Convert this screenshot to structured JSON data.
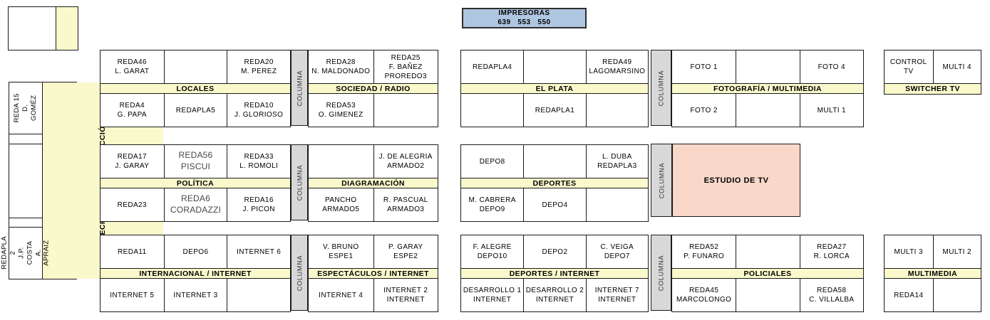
{
  "colors": {
    "header_bg": "#FAF9CC",
    "columna_bg": "#D8D8D8",
    "printers_bg": "#AFC6E0",
    "studio_bg": "#F9D7C9"
  },
  "printers": {
    "title": "IMPRESORAS",
    "numbers": "639   553   550"
  },
  "left_panel": {
    "strip": "SECRETARIOS DE REDACCIÓN",
    "desk_top": "REDA 15\nD. GOMÉZ",
    "desk_bottom": "REDAPLA 2\nJ.P. COSTA\nA. APRAIZ"
  },
  "columna": "COLUMNA",
  "studio": "ESTUDIO DE TV",
  "sections": {
    "locales": {
      "header": "LOCALES",
      "row1": [
        "REDA46\nL. GARAT",
        "",
        "REDA20\nM. PEREZ"
      ],
      "row2": [
        "REDA4\nG. PAPA",
        "REDAPLA5",
        "REDA10\nJ. GLORIOSO"
      ]
    },
    "sociedad": {
      "header": "SOCIEDAD / RADIO",
      "row1": [
        "REDA28\nN. MALDONADO",
        "REDA25\nF. BAÑEZ\nPROREDO3"
      ],
      "row2": [
        "REDA53\nO. GIMENEZ",
        ""
      ]
    },
    "elplata": {
      "header": "EL PLATA",
      "row1": [
        "REDAPLA4",
        "",
        "REDA49\nLAGOMARSINO"
      ],
      "row2": [
        "",
        "REDAPLA1",
        ""
      ]
    },
    "fotografia": {
      "header": "FOTOGRAFÍA / MULTIMEDIA",
      "row1": [
        "FOTO 1",
        "",
        "FOTO 4"
      ],
      "row2": [
        "FOTO 2",
        "",
        "MULTI 1"
      ]
    },
    "switcher": {
      "header": "SWITCHER TV",
      "row1": [
        "CONTROL TV",
        "MULTI 4"
      ]
    },
    "politica": {
      "header": "POLÍTICA",
      "row1": [
        "REDA17\nJ. GARAY",
        "REDA56\nPISCUI",
        "REDA33\nL. ROMOLI"
      ],
      "row2": [
        "REDA23",
        "REDA6\nCORADAZZI",
        "REDA16\nJ. PICON"
      ]
    },
    "diagramacion": {
      "header": "DIAGRAMACIÓN",
      "row1": [
        "",
        "J. DE ALEGRIA\nARMADO2"
      ],
      "row2": [
        "PANCHO\nARMADO5",
        "R. PASCUAL\nARMADO3"
      ]
    },
    "deportes": {
      "header": "DEPORTES",
      "row1": [
        "DEPO8",
        "",
        "L. DUBA\nREDAPLA3"
      ],
      "row2": [
        "M. CABRERA\nDEPO9",
        "DEPO4",
        ""
      ]
    },
    "internacional": {
      "header": "INTERNACIONAL / INTERNET",
      "row1": [
        "REDA11",
        "DEPO6",
        "INTERNET 6"
      ],
      "row2": [
        "INTERNET 5",
        "INTERNET 3",
        ""
      ]
    },
    "espectaculos": {
      "header": "ESPECTÁCULOS / INTERNET",
      "row1": [
        "V. BRUNO\nESPE1",
        "P. GARAY\nESPE2"
      ],
      "row2": [
        "INTERNET 4",
        "INTERNET 2\nINTERNET"
      ]
    },
    "deportes_internet": {
      "header": "DEPORTES / INTERNET",
      "row1": [
        "F. ALEGRE\nDEPO10",
        "DEPO2",
        "C. VEIGA\nDEPO7"
      ],
      "row2": [
        "DESARROLLO 1\nINTERNET",
        "DESARROLLO 2\nINTERNET",
        "INTERNET 7\nINTERNET"
      ]
    },
    "policiales": {
      "header": "POLICIALES",
      "row1": [
        "REDA52\nP. FUNARO",
        "",
        "REDA27\nR. LORCA"
      ],
      "row2": [
        "REDA45\nMARCOLONGO",
        "",
        "REDA58\nC. VILLALBA"
      ]
    },
    "multimedia": {
      "header": "MULTIMEDIA",
      "row1": [
        "MULTI 3",
        "MULTI 2"
      ],
      "row2": [
        "REDA14",
        ""
      ]
    }
  }
}
